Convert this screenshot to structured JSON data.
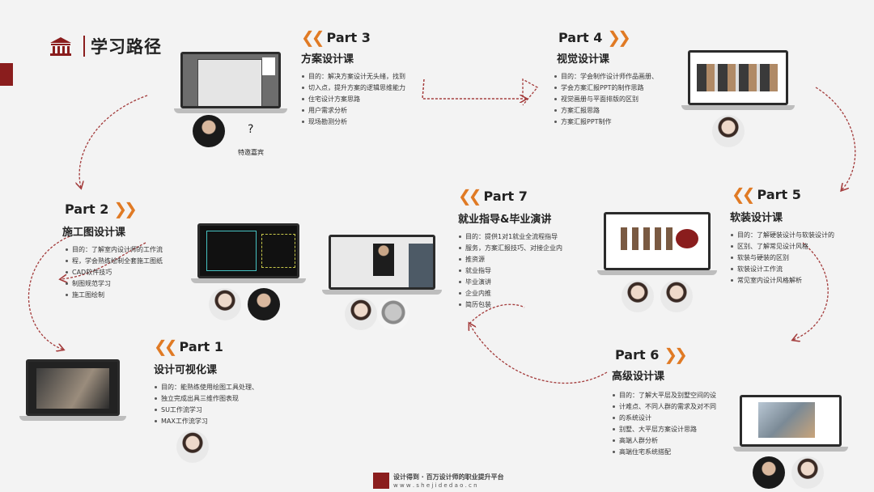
{
  "header": {
    "title": "学习路径"
  },
  "parts": [
    {
      "label": "Part 1",
      "title": "设计可视化课",
      "items": [
        "目的：能熟练使用绘图工具处理、",
        "独立完成出具三维作图表现",
        "SU工作流学习",
        "MAX工作流学习"
      ]
    },
    {
      "label": "Part 2",
      "title": "施工图设计课",
      "items": [
        "目的：了解室内设计师的工作流",
        "程，学会熟练绘制全套施工图纸",
        "CAD软件技巧",
        "制图规范学习",
        "施工图绘制"
      ]
    },
    {
      "label": "Part 3",
      "title": "方案设计课",
      "items": [
        "目的：解决方案设计无头绪，找到",
        "切入点，提升方案的逻辑思维能力",
        "住宅设计方案思路",
        "用户需求分析",
        "现场勘测分析"
      ]
    },
    {
      "label": "Part 4",
      "title": "视觉设计课",
      "items": [
        "目的：学会制作设计师作品画册、",
        "学会方案汇报PPT的制作思路",
        "视觉画册与平面排版的区别",
        "方案汇报思路",
        "方案汇报PPT制作"
      ]
    },
    {
      "label": "Part 5",
      "title": "软装设计课",
      "items": [
        "目的：了解硬装设计与软装设计的",
        "区别、了解常见设计风格",
        "软装与硬装的区别",
        "软装设计工作流",
        "常见室内设计风格解析"
      ]
    },
    {
      "label": "Part 6",
      "title": "高级设计课",
      "items": [
        "目的：了解大平层及别墅空间的设",
        "计难点、不同人群的需求及对不同",
        "的系统设计",
        "别墅、大平层方案设计思路",
        "高端人群分析",
        "高端住宅系统搭配"
      ]
    },
    {
      "label": "Part 7",
      "title": "就业指导&毕业演讲",
      "items": [
        "目的：提供1对1就业全流程指导",
        "服务，方案汇报技巧、对接企业内",
        "推资源",
        "就业指导",
        "毕业演讲",
        "企业内推",
        "简历包装"
      ]
    }
  ],
  "guest": {
    "mark": "?",
    "label": "特邀嘉宾"
  },
  "footer": {
    "line1": "设计得到 · 百万设计师的职业提升平台",
    "line2": "w w w . s h e j i d e d a o . c n"
  },
  "colors": {
    "accent": "#e07a24",
    "brand": "#8a1d1d",
    "path": "#a33a3a"
  }
}
